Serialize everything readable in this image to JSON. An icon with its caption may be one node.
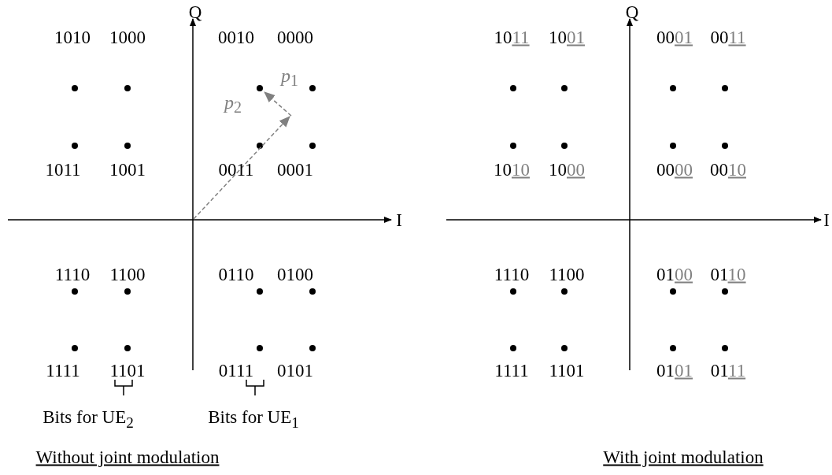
{
  "diagram": {
    "labels": [
      "Q",
      "1010",
      "1000",
      "0010",
      "0000",
      "*p*$_{1}$",
      "*p*$_{2}$",
      "1011",
      "1001",
      "0011",
      "0001",
      "I",
      "1110",
      "1100",
      "0110",
      "0100",
      "1111",
      "1101",
      "0111",
      "0101",
      "Bits for UE$_{2}$",
      "Bits for UE$_{1}$",
      "Without joint modulation",
      "Q",
      "1011",
      "1001",
      "0001",
      "0011",
      "1010",
      "1000",
      "0000",
      "0010",
      "I",
      "1110",
      "1100",
      "0100",
      "0110",
      "1111",
      "1101",
      "0101",
      "0111",
      "With joint modulation"
    ]
  }
}
